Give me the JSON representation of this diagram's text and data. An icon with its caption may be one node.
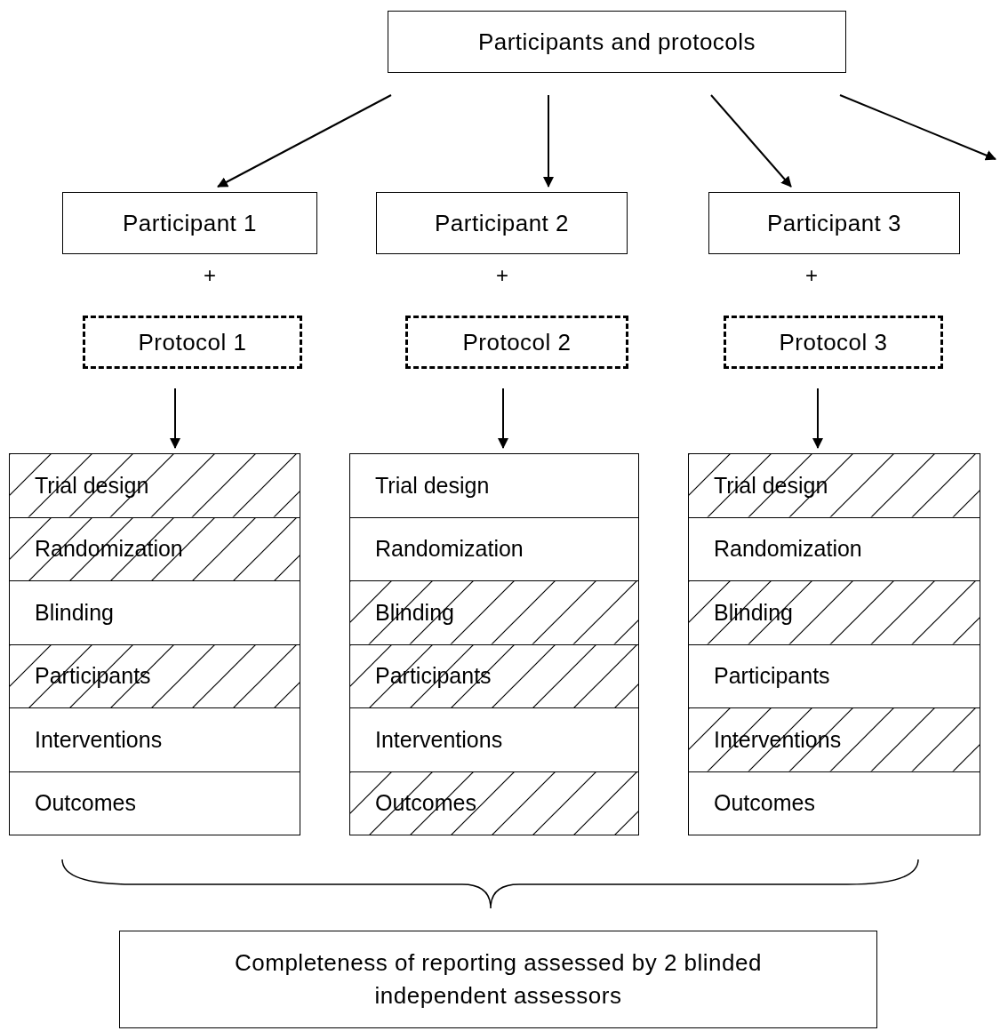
{
  "diagram": {
    "nodes": [
      {
        "text": [
          "Participants and protocols"
        ]
      },
      {
        "text": [
          "Participant 1"
        ]
      },
      {
        "text": [
          "Participant 2"
        ]
      },
      {
        "text": [
          "Participant 3"
        ]
      },
      {
        "text": [
          "Protocol 1"
        ]
      },
      {
        "text": [
          "Protocol 2"
        ]
      },
      {
        "text": [
          "Protocol 3"
        ]
      },
      {
        "text": [],
        "shape": "box"
      },
      {
        "text": [
          "Trial design"
        ],
        "in": 7
      },
      {
        "text": [
          "Randomization"
        ],
        "in": 7
      },
      {
        "text": [
          "Blinding"
        ],
        "in": 7
      },
      {
        "text": [
          "Participants"
        ],
        "in": 7
      },
      {
        "text": [
          "Interventions"
        ],
        "in": 7
      },
      {
        "text": [
          "Outcomes"
        ],
        "in": 7
      },
      {
        "text": [],
        "shape": "box"
      },
      {
        "text": [
          "Trial design"
        ],
        "in": 14
      },
      {
        "text": [
          "Randomization"
        ],
        "in": 14
      },
      {
        "text": [
          "Blinding"
        ],
        "in": 14
      },
      {
        "text": [
          "Participants"
        ],
        "in": 14
      },
      {
        "text": [
          "Interventions"
        ],
        "in": 14
      },
      {
        "text": [
          "Outcomes"
        ],
        "in": 14
      },
      {
        "text": [],
        "shape": "box"
      },
      {
        "text": [
          "Trial design"
        ],
        "in": 21
      },
      {
        "text": [
          "Randomization"
        ],
        "in": 21
      },
      {
        "text": [
          "Blinding"
        ],
        "in": 21
      },
      {
        "text": [
          "Participants"
        ],
        "in": 21
      },
      {
        "text": [
          "Interventions"
        ],
        "in": 21
      },
      {
        "text": [
          "Outcomes"
        ],
        "in": 21
      },
      {
        "text": [
          "Completeness of reporting assessed by 2 blinded independent  assessors"
        ]
      }
    ],
    "edges": [
      {
        "from": 0,
        "to": 1,
        "arrow": "to"
      },
      {
        "from": 0,
        "to": 2,
        "arrow": "to"
      },
      {
        "from": 0,
        "to": 3,
        "arrow": "to"
      },
      {
        "from": 0,
        "to": null,
        "arrow": "to"
      },
      {
        "from": 4,
        "to": 7,
        "arrow": "to"
      },
      {
        "from": 5,
        "to": 14,
        "arrow": "to"
      },
      {
        "from": 6,
        "to": 21,
        "arrow": "to"
      }
    ],
    "labels": [
      "+",
      "+",
      "+"
    ]
  }
}
